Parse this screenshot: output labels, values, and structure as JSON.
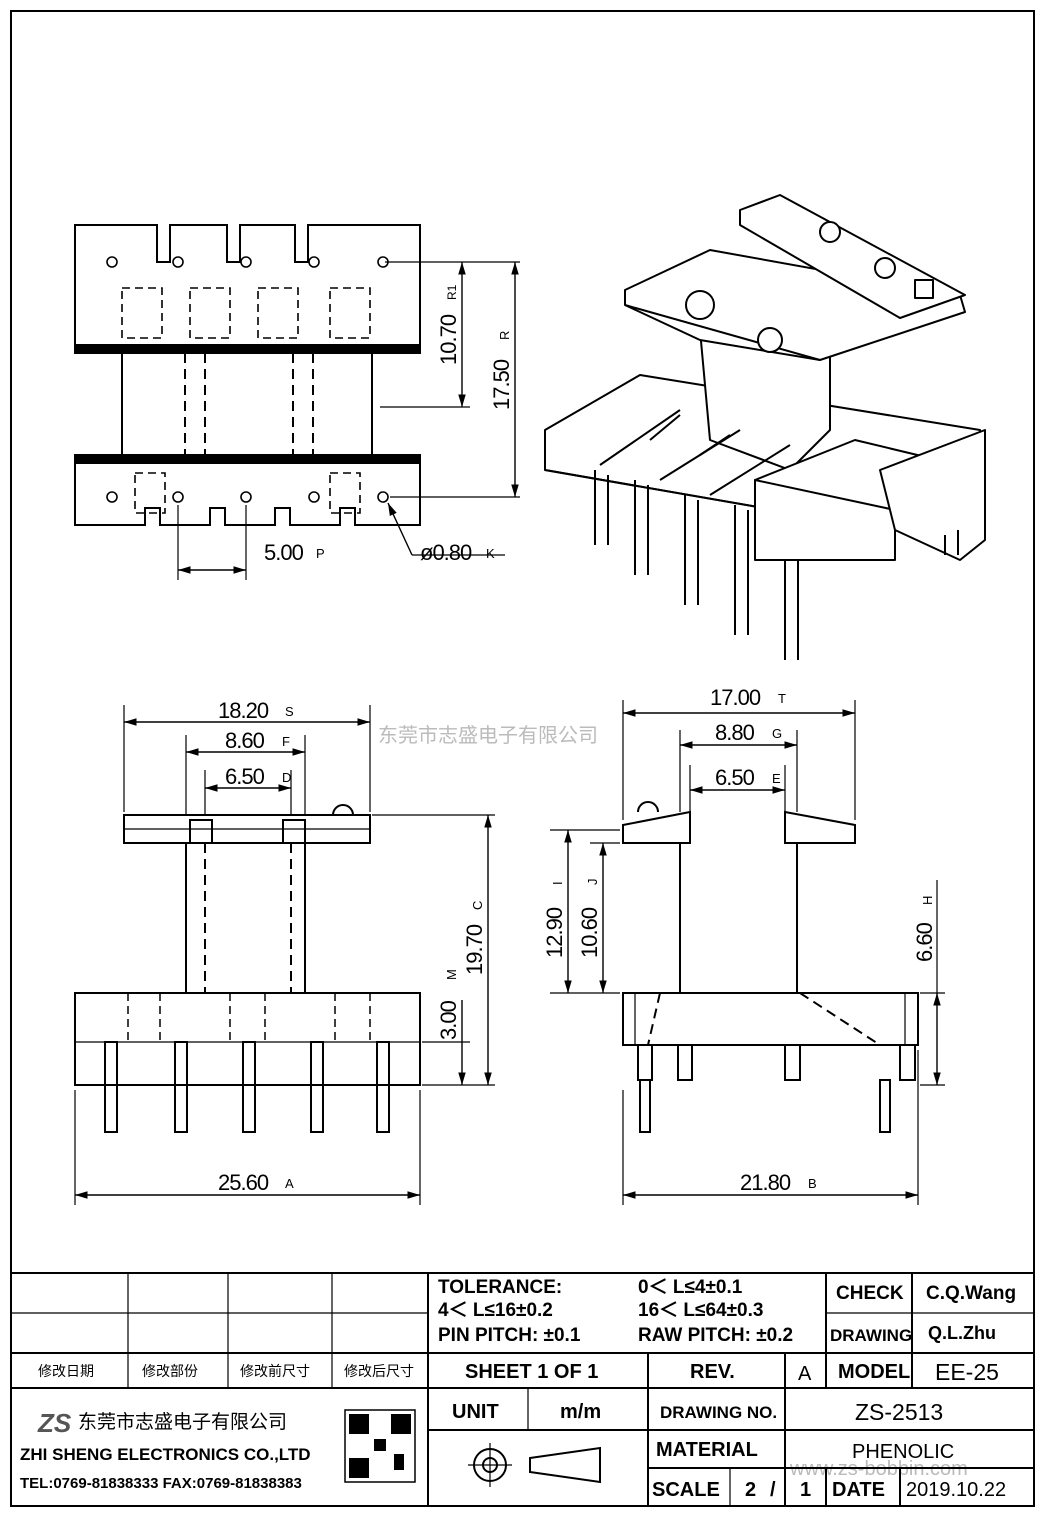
{
  "watermark": {
    "company_cn": "东莞市志盛电子有限公司",
    "url": "www.zs-bobbin.com"
  },
  "top_view": {
    "dim_10_70": "10.70",
    "dim_10_70_ref": "R1",
    "dim_17_50": "17.50",
    "dim_17_50_ref": "R",
    "pin_pitch": "5.00",
    "pin_pitch_ref": "P",
    "pin_dia": "ø0.80",
    "pin_dia_ref": "K"
  },
  "front_view": {
    "dim_18_20": "18.20",
    "dim_18_20_ref": "S",
    "dim_8_60": "8.60",
    "dim_8_60_ref": "F",
    "dim_6_50": "6.50",
    "dim_6_50_ref": "D",
    "dim_19_70": "19.70",
    "dim_19_70_ref": "C",
    "dim_3_00": "3.00",
    "dim_3_00_ref": "M",
    "dim_25_60": "25.60",
    "dim_25_60_ref": "A"
  },
  "side_view": {
    "dim_17_00": "17.00",
    "dim_17_00_ref": "T",
    "dim_8_80": "8.80",
    "dim_8_80_ref": "G",
    "dim_6_50": "6.50",
    "dim_6_50_ref": "E",
    "dim_12_90": "12.90",
    "dim_12_90_ref": "I",
    "dim_10_60": "10.60",
    "dim_10_60_ref": "J",
    "dim_6_60": "6.60",
    "dim_6_60_ref": "H",
    "dim_21_80": "21.80",
    "dim_21_80_ref": "B"
  },
  "title_block": {
    "tolerance_label": "TOLERANCE:",
    "tol_1": "0＜ L≤4±0.1",
    "tol_2": "4＜ L≤16±0.2",
    "tol_3": "16＜ L≤64±0.3",
    "pin_pitch": "PIN  PITCH: ±0.1",
    "raw_pitch": "RAW  PITCH: ±0.2",
    "check_label": "CHECK",
    "check_value": "C.Q.Wang",
    "drawing_label": "DRAWING",
    "drawing_value": "Q.L.Zhu",
    "rev_headers": [
      "修改日期",
      "修改部份",
      "修改前尺寸",
      "修改后尺寸"
    ],
    "sheet": "SHEET  1  OF  1",
    "rev_label": "REV.",
    "rev_value": "A",
    "model_label": "MODEL",
    "model_value": "EE-25",
    "company_cn": "东莞市志盛电子有限公司",
    "company_en": "ZHI SHENG ELECTRONICS CO.,LTD",
    "contact": "TEL:0769-81838333 FAX:0769-81838383",
    "logo": "ZS",
    "unit_label": "UNIT",
    "unit_value": "m/m",
    "drawing_no_label": "DRAWING  NO.",
    "drawing_no_value": "ZS-2513",
    "material_label": "MATERIAL",
    "material_value": "PHENOLIC",
    "scale_label": "SCALE",
    "scale_a": "2",
    "scale_sep": "/",
    "scale_b": "1",
    "date_label": "DATE",
    "date_value": "2019.10.22"
  }
}
